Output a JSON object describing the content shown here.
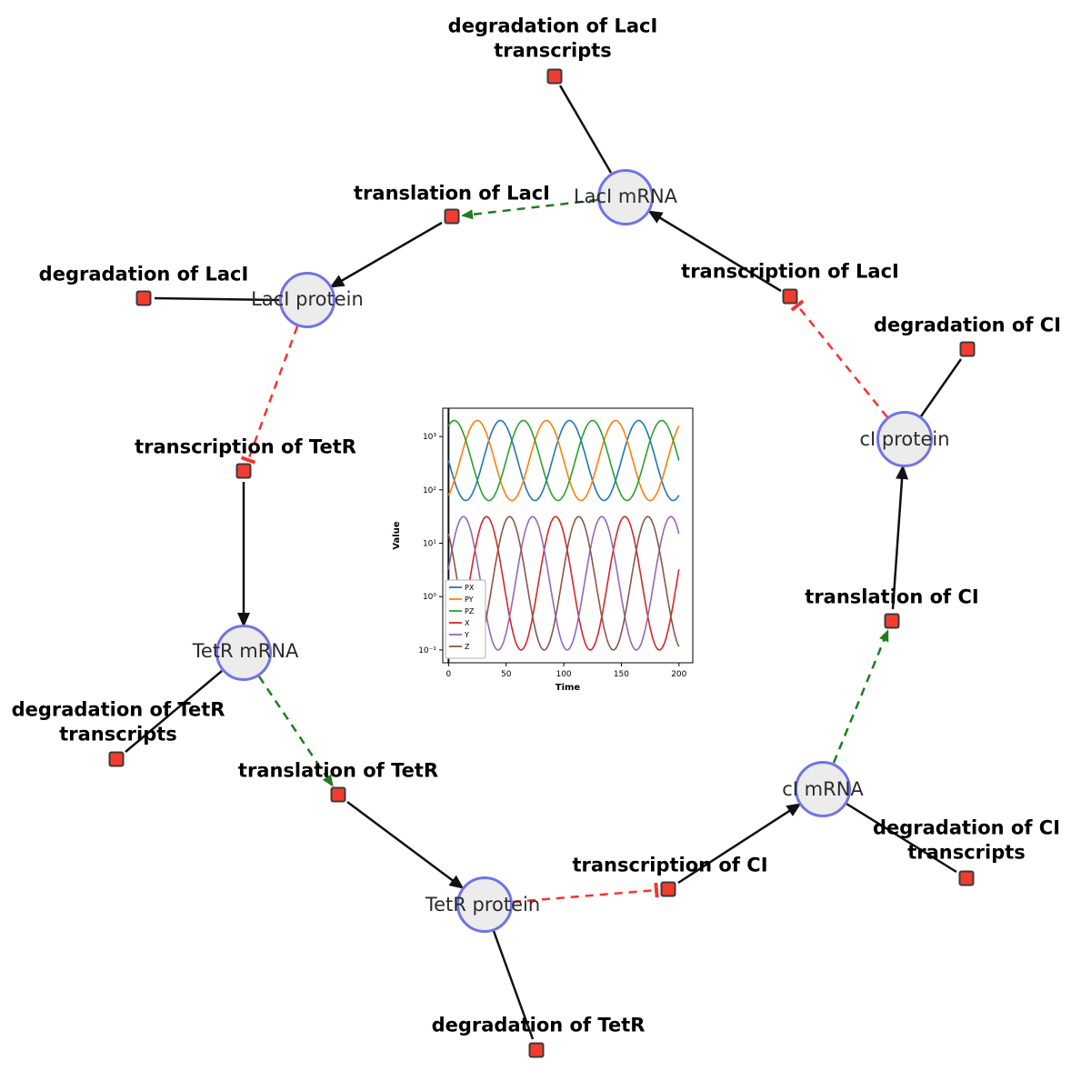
{
  "network": {
    "species": [
      {
        "label": "LacI mRNA"
      },
      {
        "label": "LacI protein"
      },
      {
        "label": "cI protein"
      },
      {
        "label": "TetR mRNA"
      },
      {
        "label": "cI mRNA"
      },
      {
        "label": "TetR protein"
      }
    ],
    "reactions": [
      {
        "label": "degradation of LacI\ntranscripts"
      },
      {
        "label": "translation of LacI"
      },
      {
        "label": "degradation of LacI"
      },
      {
        "label": "transcription of LacI"
      },
      {
        "label": "degradation of CI"
      },
      {
        "label": "transcription of TetR"
      },
      {
        "label": "degradation of TetR\ntranscripts"
      },
      {
        "label": "translation of TetR"
      },
      {
        "label": "translation of CI"
      },
      {
        "label": "transcription of CI"
      },
      {
        "label": "degradation of CI\ntranscripts"
      },
      {
        "label": "degradation of TetR"
      }
    ],
    "colors": {
      "species_fill": "#ececec",
      "species_border": "#7173e6",
      "reaction_fill": "#f23d2e",
      "reaction_border": "#3a3a3a",
      "edge_solid": "#111111",
      "edge_translation": "#1e7d1e",
      "edge_inhibition": "#ff2f2f"
    }
  },
  "chart_data": {
    "type": "line",
    "title": "",
    "xlabel": "Time",
    "ylabel": "Value",
    "x_axis": {
      "min": -5,
      "max": 212,
      "ticks": [
        0,
        50,
        100,
        150,
        200
      ]
    },
    "y_axis": {
      "scale": "log",
      "min_exp": -1.24,
      "max_exp": 3.53,
      "ticks": [
        {
          "exp": -1,
          "label": "10⁻¹"
        },
        {
          "exp": 0,
          "label": "10⁰"
        },
        {
          "exp": 1,
          "label": "10¹"
        },
        {
          "exp": 2,
          "label": "10²"
        },
        {
          "exp": 3,
          "label": "10³"
        }
      ]
    },
    "time_range": [
      0,
      200
    ],
    "sample_step": 1,
    "legend": {
      "position": "lower-left",
      "entries": [
        "PX",
        "PY",
        "PZ",
        "X",
        "Y",
        "Z"
      ]
    },
    "series": [
      {
        "name": "PX",
        "color": "#1f77b4",
        "log_center": 2.55,
        "log_amplitude": 0.75,
        "period": 60,
        "peak_time": 45
      },
      {
        "name": "PY",
        "color": "#ff7f0e",
        "log_center": 2.55,
        "log_amplitude": 0.75,
        "period": 60,
        "peak_time": 85
      },
      {
        "name": "PZ",
        "color": "#2ca02c",
        "log_center": 2.55,
        "log_amplitude": 0.75,
        "period": 60,
        "peak_time": 65
      },
      {
        "name": "X",
        "color": "#d62728",
        "log_center": 0.25,
        "log_amplitude": 1.25,
        "period": 60,
        "peak_time": 33
      },
      {
        "name": "Y",
        "color": "#9467bd",
        "log_center": 0.25,
        "log_amplitude": 1.25,
        "period": 60,
        "peak_time": 73
      },
      {
        "name": "Z",
        "color": "#8c564b",
        "log_center": 0.25,
        "log_amplitude": 1.25,
        "period": 60,
        "peak_time": 53
      }
    ],
    "initial_condition_line": {
      "x": 0,
      "color": "#111111"
    }
  }
}
